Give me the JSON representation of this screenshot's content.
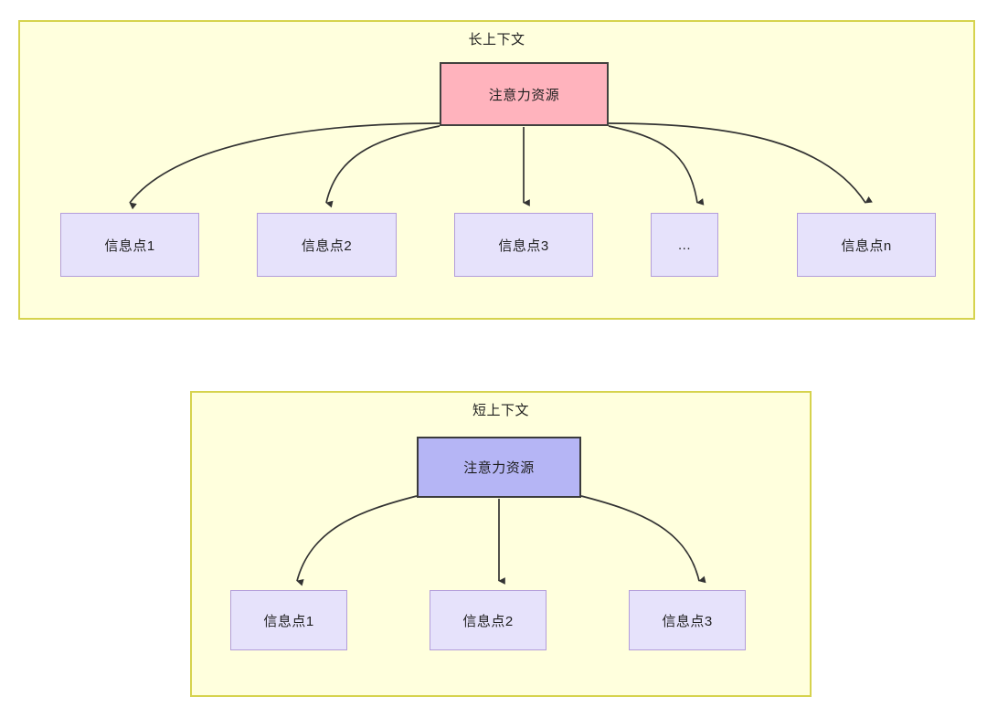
{
  "diagram": {
    "type": "flow-diagram",
    "background": "#ffffff",
    "colors": {
      "group_fill": "#ffffdd",
      "group_border": "#d6d34e",
      "attention_long_fill": "#ffb3bd",
      "attention_long_border": "#42413f",
      "attention_short_fill": "#b5b5f5",
      "attention_short_border": "#3b3b3b",
      "info_fill": "#e6e2fb",
      "info_border": "#b39ddb",
      "edge": "#333333",
      "text": "#1f1f1f"
    },
    "groups": [
      {
        "id": "long",
        "title": "长上下文",
        "root": {
          "label": "注意力资源"
        },
        "children": [
          {
            "label": "信息点1"
          },
          {
            "label": "信息点2"
          },
          {
            "label": "信息点3"
          },
          {
            "label": "..."
          },
          {
            "label": "信息点n"
          }
        ]
      },
      {
        "id": "short",
        "title": "短上下文",
        "root": {
          "label": "注意力资源"
        },
        "children": [
          {
            "label": "信息点1"
          },
          {
            "label": "信息点2"
          },
          {
            "label": "信息点3"
          }
        ]
      }
    ]
  }
}
